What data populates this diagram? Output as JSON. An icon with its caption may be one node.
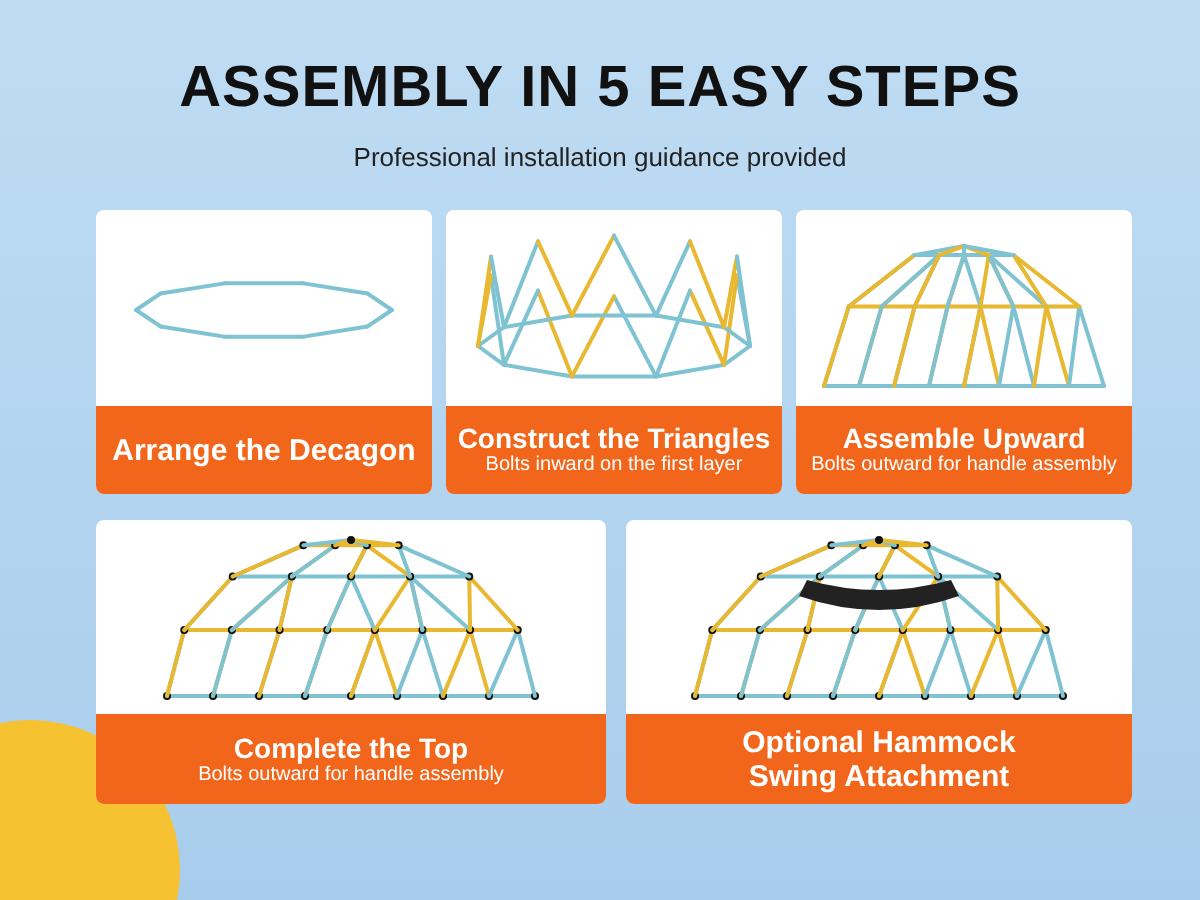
{
  "diagram": {
    "title": "ASSEMBLY IN 5 EASY STEPS",
    "caption": "Professional installation guidance provided",
    "nodes": [
      {
        "text": [
          "Arrange the Decagon"
        ]
      },
      {
        "text": [
          "Construct the Triangles",
          "Bolts inward on the first layer"
        ]
      },
      {
        "text": [
          "Assemble Upward",
          "Bolts outward for handle assembly"
        ]
      },
      {
        "text": [
          "Complete the Top",
          "Bolts outward for handle assembly"
        ]
      },
      {
        "text": [
          "Optional Hammock Swing Attachment"
        ]
      }
    ],
    "edges": []
  }
}
